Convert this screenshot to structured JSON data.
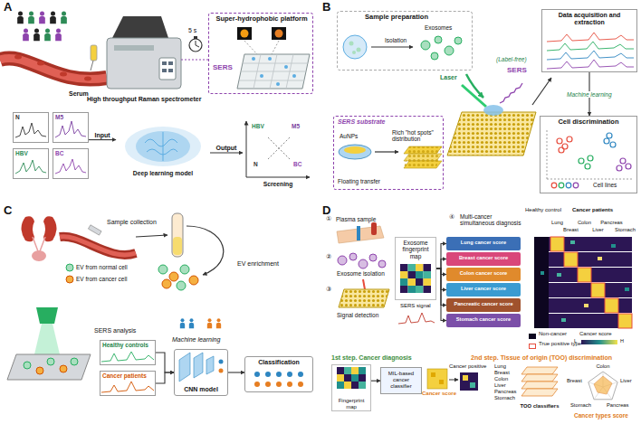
{
  "diagram": {
    "nodes": [
      {
        "text": [
          "Super-hydrophobic platform",
          "SERS"
        ]
      },
      {
        "text": [
          "N"
        ]
      },
      {
        "text": [
          "M5"
        ]
      },
      {
        "text": [
          "HBV"
        ]
      },
      {
        "text": [
          "BC"
        ]
      },
      {
        "text": [
          "Deep learning model"
        ]
      },
      {
        "text": [
          "Screening"
        ]
      },
      {
        "text": [
          "Sample preparation",
          "Isolation",
          "Exosomes"
        ]
      },
      {
        "text": [
          "SERS substrate",
          "AuNPs",
          "Rich \"hot spots\" distribution",
          "Floating transfer"
        ]
      },
      {
        "text": [
          "Data acquisition and extraction"
        ]
      },
      {
        "text": [
          "Cell discrimination",
          "Cell lines"
        ]
      },
      {
        "text": [
          "Healthy controls"
        ]
      },
      {
        "text": [
          "Cancer patients"
        ]
      },
      {
        "text": [
          "CNN model"
        ]
      },
      {
        "text": [
          "Classification"
        ]
      },
      {
        "text": [
          "Exosome fingerprint map"
        ]
      },
      {
        "text": [
          "Lung cancer score"
        ]
      },
      {
        "text": [
          "Breast cancer score"
        ]
      },
      {
        "text": [
          "Colon cancer score"
        ]
      },
      {
        "text": [
          "Liver cancer score"
        ]
      },
      {
        "text": [
          "Pancreatic cancer score"
        ]
      },
      {
        "text": [
          "Stomach cancer score"
        ]
      },
      {
        "text": [
          "Fingerprint map"
        ]
      },
      {
        "text": [
          "MIL-based cancer classifier"
        ]
      },
      {
        "text": [
          "TOO classifiers"
        ]
      }
    ],
    "edges": [
      {
        "from": 2,
        "to": 5,
        "arrow": "to",
        "label": "Input"
      },
      {
        "from": 5,
        "to": 6,
        "arrow": "to",
        "label": "Output"
      },
      {
        "from": 9,
        "to": 10,
        "arrow": "to",
        "label": "Machine learning"
      },
      {
        "from": 11,
        "to": 13,
        "arrow": "to"
      },
      {
        "from": 12,
        "to": 13,
        "arrow": "to"
      },
      {
        "from": 13,
        "to": 14,
        "arrow": "to"
      },
      {
        "from": 15,
        "to": 16,
        "arrow": "to"
      },
      {
        "from": 15,
        "to": 17,
        "arrow": "to"
      },
      {
        "from": 15,
        "to": 18,
        "arrow": "to"
      },
      {
        "from": 15,
        "to": 19,
        "arrow": "to"
      },
      {
        "from": 15,
        "to": 20,
        "arrow": "to"
      },
      {
        "from": 15,
        "to": 21,
        "arrow": "to"
      },
      {
        "from": 22,
        "to": 23,
        "arrow": "to"
      }
    ],
    "labels": [
      "A",
      "5 s",
      "High throughput Raman spectrometer",
      "Serum",
      "HBV",
      "M5",
      "N",
      "BC",
      "B",
      "Laser",
      "(Label-free)",
      "SERS",
      "C",
      "Sample collection",
      "EV from normal cell",
      "EV from cancer cell",
      "EV enrichment",
      "SERS analysis",
      "Machine learning",
      "D",
      "①",
      "Plasma sample",
      "②",
      "Exosome isolation",
      "③",
      "Signal detection",
      "SERS signal",
      "④",
      "Multi-cancer simultaneous diagnosis",
      "Healthy control",
      "Cancer patients",
      "Lung",
      "Breast",
      "Colon",
      "Liver",
      "Pancreas",
      "Stomach",
      "L",
      "H",
      "1st step. Cancer diagnosis",
      "2nd step. Tissue of origin (TOO) discrimination",
      "Cancer score",
      "Cancer positive",
      "Lung",
      "Breast",
      "Colon",
      "Liver",
      "Pancreas",
      "Stomach",
      "Colon",
      "Breast",
      "Liver",
      "Stomach",
      "Pancreas",
      "Cancer types score"
    ],
    "legend": [
      {
        "text": "Non-cancer",
        "color": "#0d0620"
      },
      {
        "text": "Cancer score"
      },
      {
        "text": "True positive type"
      }
    ]
  }
}
